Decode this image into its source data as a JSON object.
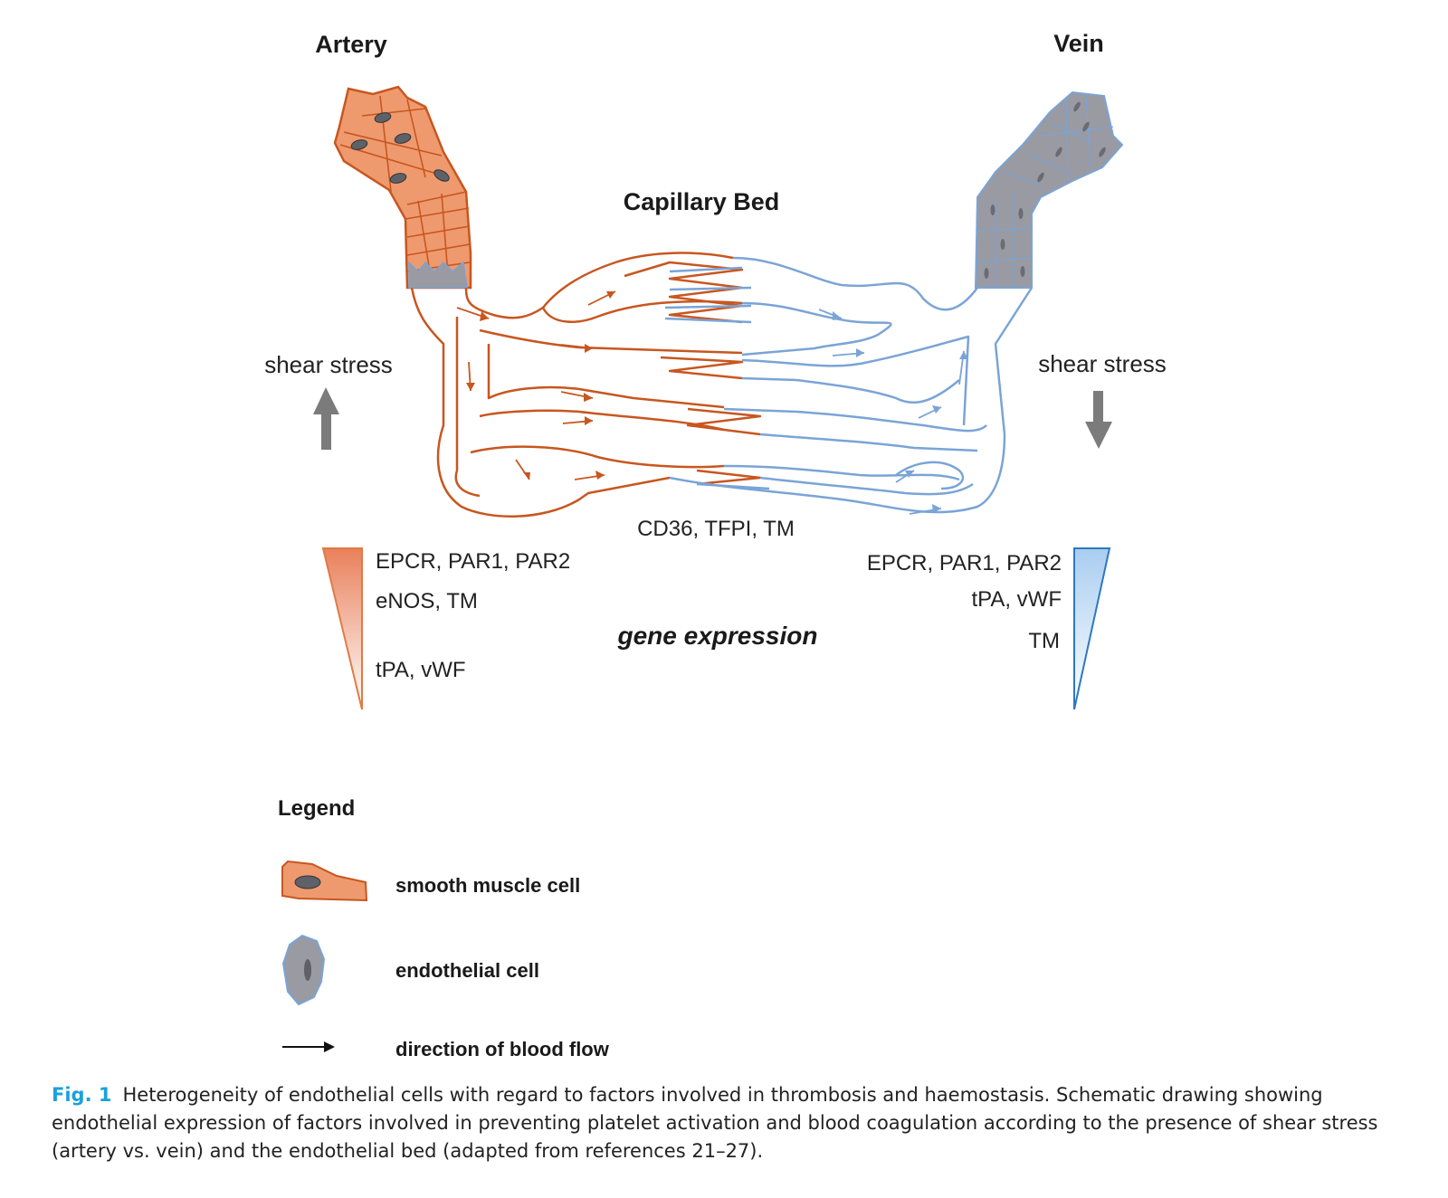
{
  "labels": {
    "artery": "Artery",
    "vein": "Vein",
    "capillary_bed": "Capillary Bed",
    "shear_stress_left": "shear stress",
    "shear_stress_right": "shear stress",
    "capillary_genes": "CD36, TFPI, TM",
    "gene_expression": "gene expression"
  },
  "artery_genes": [
    "EPCR, PAR1, PAR2",
    "eNOS, TM",
    "tPA, vWF"
  ],
  "vein_genes": [
    "EPCR, PAR1, PAR2",
    "tPA, vWF",
    "TM"
  ],
  "legend": {
    "title": "Legend",
    "items": [
      {
        "icon": "smooth-muscle-cell-icon",
        "label": "smooth muscle cell"
      },
      {
        "icon": "endothelial-cell-icon",
        "label": "endothelial cell"
      },
      {
        "icon": "arrow-icon",
        "label": "direction of blood flow"
      }
    ]
  },
  "caption": {
    "fig_num": "Fig. 1",
    "text": "Heterogeneity of endothelial cells with regard to factors involved in thrombosis and haemostasis. Schematic drawing showing endothelial expression of factors involved in preventing platelet activation and blood coagulation according to the presence of shear stress (artery vs. vein) and the endothelial bed (adapted from references 21–27)."
  },
  "colors": {
    "artery": "#c8561f",
    "artery_fill": "#ee9a6e",
    "vein": "#7aa4d6",
    "vein_fill": "#999aa2",
    "caption_accent": "#1ba1dc"
  }
}
